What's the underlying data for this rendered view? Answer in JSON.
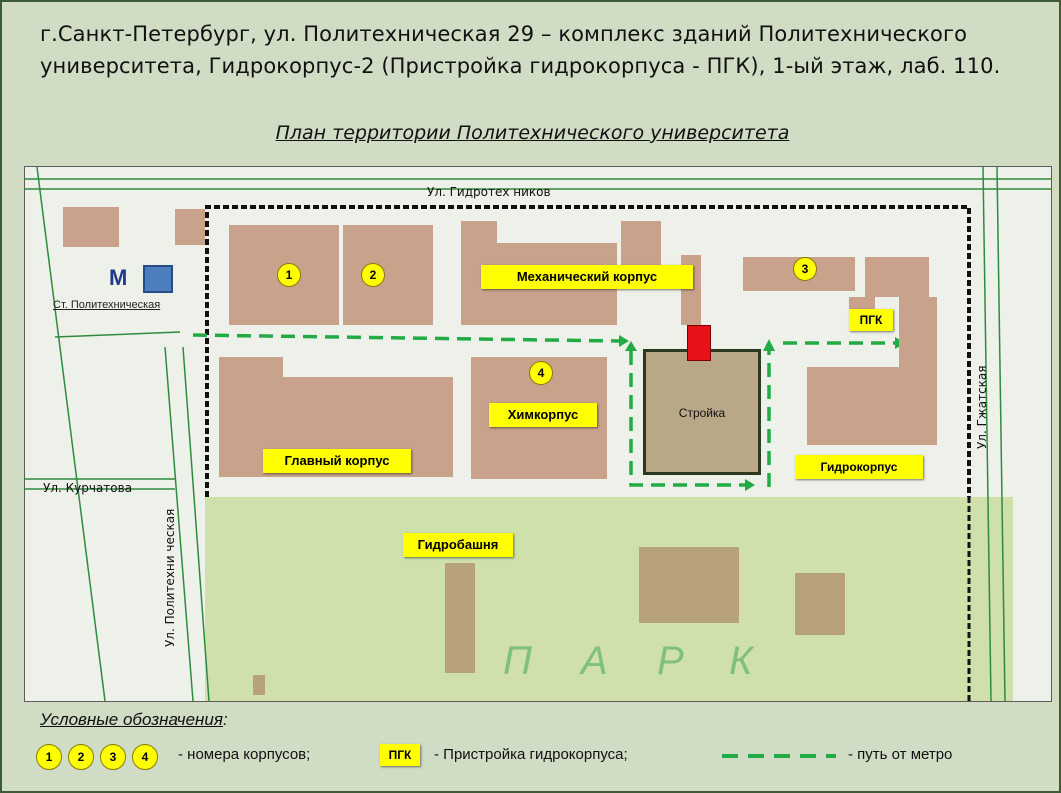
{
  "header": {
    "line1": "г.Санкт-Петербург, ул. Политехническая 29 – комплекс  зданий Политехнического",
    "line2": "университета, Гидрокорпус-2 (Пристройка гидрокорпуса - ПГК), 1-ый этаж, лаб. 110."
  },
  "map_title": "План территории Политехнического университета",
  "streets": {
    "top": "Ул. Гидротех ников",
    "right": "Ул. Гжатская",
    "left_vertical": "Ул. Политехни ческая",
    "left_horizontal": "Ул. Курчатова"
  },
  "metro": {
    "letter": "М",
    "station": "Ст. Политехническая"
  },
  "buildings": {
    "mech": "Механический корпус",
    "chem": "Химкорпус",
    "main": "Главный корпус",
    "hydro": "Гидрокорпус",
    "pgk": "ПГК",
    "tower": "Гидробашня",
    "construction": "Стройка"
  },
  "numbers": [
    "1",
    "2",
    "3",
    "4"
  ],
  "park": [
    "П",
    "А",
    "Р",
    "К"
  ],
  "legend": {
    "title": "Условные обозначения",
    "colon": ":",
    "numbers_text": "-  номера корпусов;",
    "pgk_box": "ПГК",
    "pgk_text": "-  Пристройка гидрокорпуса;",
    "path_text": "- путь от метро"
  },
  "colors": {
    "building": "#c8a28b",
    "label": "#ffff00",
    "path": "#22aa44",
    "park": "#cfe0aa",
    "metro": "#4d7ec0",
    "entrance": "#e8121a"
  }
}
